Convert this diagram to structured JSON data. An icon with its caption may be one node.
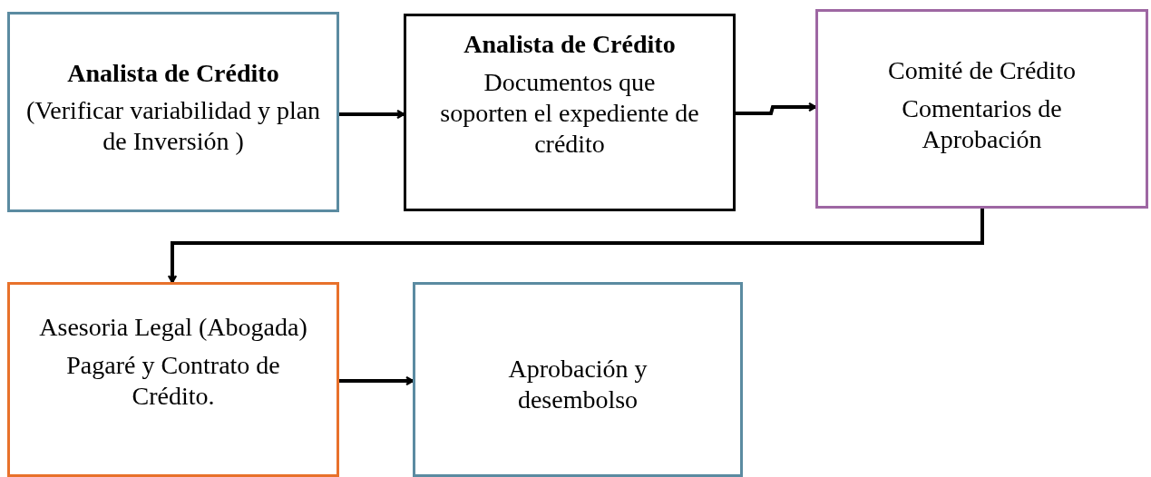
{
  "diagram": {
    "nodes": [
      {
        "text": [
          "Analista de Crédito",
          "(Verificar variabilidad y plan de Inversión )"
        ]
      },
      {
        "text": [
          "Analista de Crédito",
          "Documentos que soporten el expediente de crédito"
        ]
      },
      {
        "text": [
          "Comité de Crédito",
          "Comentarios de Aprobación"
        ]
      },
      {
        "text": [
          "Asesoria Legal (Abogada)",
          "Pagaré y Contrato de Crédito."
        ]
      },
      {
        "text": [
          "Aprobación y desembolso"
        ]
      }
    ],
    "edges": [
      {
        "from": 0,
        "to": 1,
        "arrow": "to"
      },
      {
        "from": 1,
        "to": 2,
        "arrow": "to"
      },
      {
        "from": 2,
        "to": 3,
        "arrow": "to"
      },
      {
        "from": 3,
        "to": 4,
        "arrow": "to"
      }
    ]
  }
}
